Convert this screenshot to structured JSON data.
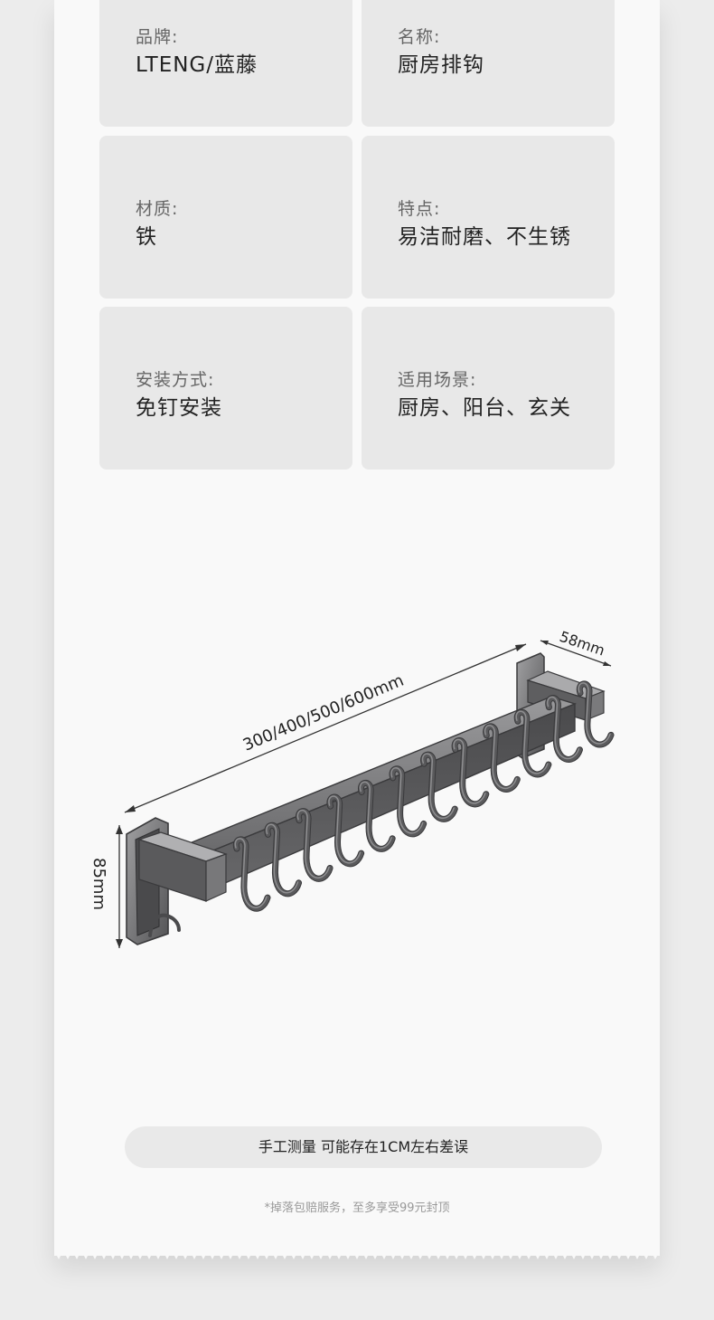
{
  "specs": [
    {
      "label": "品牌:",
      "value": "LTENG/蓝藤"
    },
    {
      "label": "名称:",
      "value": "厨房排钩"
    },
    {
      "label": "材质:",
      "value": "铁"
    },
    {
      "label": "特点:",
      "value": "易洁耐磨、不生锈"
    },
    {
      "label": "安装方式:",
      "value": "免钉安装"
    },
    {
      "label": "适用场景:",
      "value": "厨房、阳台、玄关"
    }
  ],
  "product": {
    "length_label": "300/400/500/600mm",
    "depth_label": "58mm",
    "height_label": "85mm",
    "hook_count": 12,
    "colors": {
      "metal": "#5a5a5c",
      "metal_light": "#8e8e90",
      "metal_dark": "#3a3a3c"
    }
  },
  "notice": "手工测量 可能存在1CM左右差误",
  "footnote": "*掉落包赔服务，至多享受99元封顶"
}
